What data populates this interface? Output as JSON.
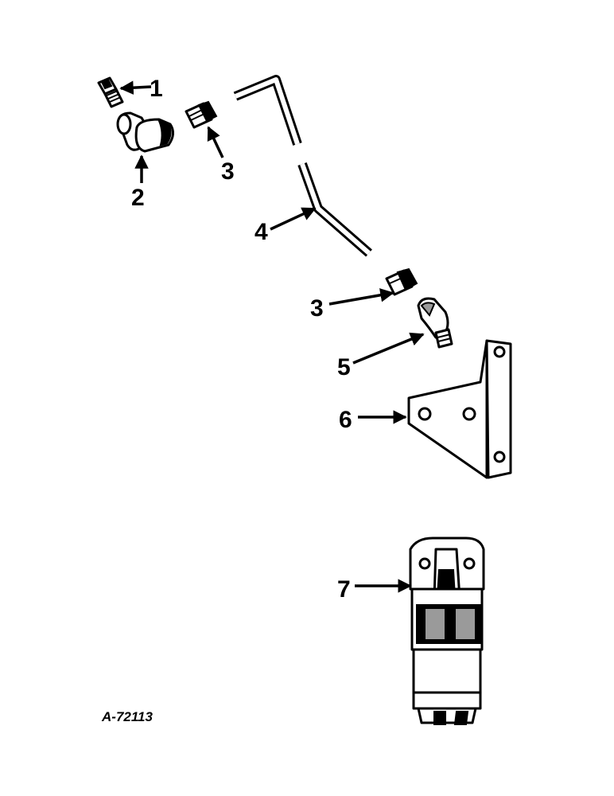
{
  "drawing_ref": "A-72113",
  "callouts": [
    {
      "id": "1",
      "label": "1"
    },
    {
      "id": "2",
      "label": "2"
    },
    {
      "id": "3a",
      "label": "3"
    },
    {
      "id": "4",
      "label": "4"
    },
    {
      "id": "3b",
      "label": "3"
    },
    {
      "id": "5",
      "label": "5"
    },
    {
      "id": "6",
      "label": "6"
    },
    {
      "id": "7",
      "label": "7"
    }
  ]
}
